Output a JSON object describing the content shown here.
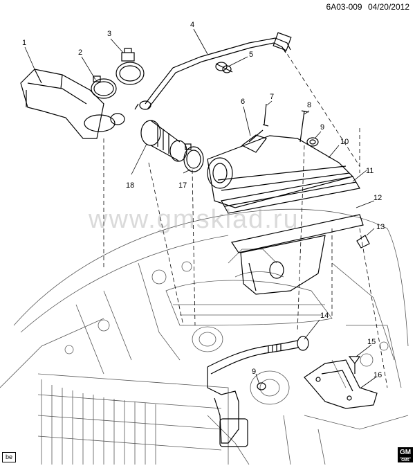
{
  "header": {
    "diagram_code": "6A03-009",
    "date": "04/20/2012"
  },
  "watermark": "www.gmsklad.ru",
  "corner_badge": "be",
  "logo": {
    "brand": "GM",
    "sub": "GMS"
  },
  "callouts": {
    "c1": "1",
    "c2": "2",
    "c3": "3",
    "c4": "4",
    "c5": "5",
    "c6": "6",
    "c7": "7",
    "c8": "8",
    "c9": "9",
    "c9b": "9",
    "c10": "10",
    "c11": "11",
    "c12": "12",
    "c13": "13",
    "c14": "14",
    "c15": "15",
    "c16": "16",
    "c17": "17",
    "c18": "18"
  },
  "colors": {
    "line": "#000000",
    "engine_line": "#555555",
    "watermark": "#969696"
  }
}
